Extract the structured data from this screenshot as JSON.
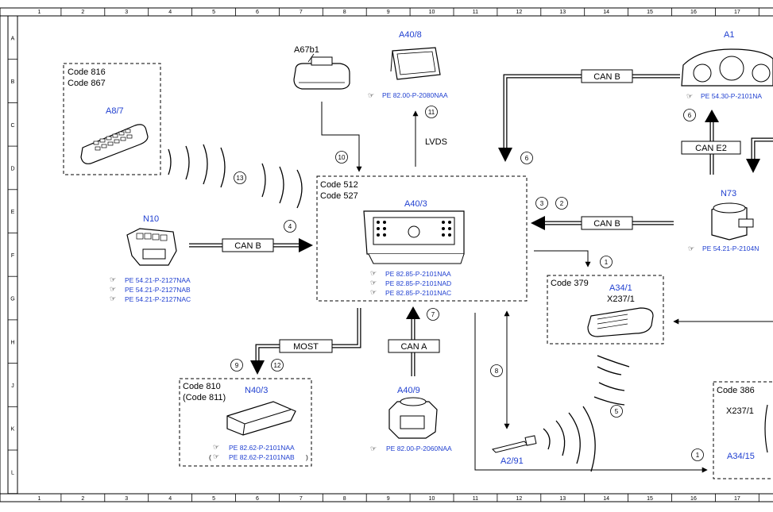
{
  "grid": {
    "columns": [
      "1",
      "2",
      "3",
      "4",
      "5",
      "6",
      "7",
      "8",
      "9",
      "10",
      "11",
      "12",
      "13",
      "14",
      "15",
      "16",
      "17"
    ],
    "rows": [
      "A",
      "B",
      "C",
      "D",
      "E",
      "F",
      "G",
      "H",
      "J",
      "K",
      "L"
    ]
  },
  "components": {
    "a67b1": {
      "label": "A67b1"
    },
    "a40_8": {
      "label": "A40/8",
      "ref": "PE 82.00-P-2080NAA"
    },
    "a1": {
      "label": "A1",
      "ref": "PE 54.30-P-2101NA"
    },
    "a8_7": {
      "codes": [
        "Code 816",
        "Code 867"
      ],
      "label": "A8/7"
    },
    "a40_3": {
      "codes": [
        "Code 512",
        "Code 527"
      ],
      "label": "A40/3",
      "refs": [
        "PE 82.85-P-2101NAA",
        "PE 82.85-P-2101NAD",
        "PE 82.85-P-2101NAC"
      ]
    },
    "n10": {
      "label": "N10",
      "refs": [
        "PE 54.21-P-2127NAA",
        "PE 54.21-P-2127NAB",
        "PE 54.21-P-2127NAC"
      ]
    },
    "n73": {
      "label": "N73",
      "ref": "PE 54.21-P-2104N"
    },
    "a34_1": {
      "code": "Code 379",
      "label": "A34/1",
      "sublabel": "X237/1"
    },
    "n40_3": {
      "codes": [
        "Code 810",
        "(Code 811)"
      ],
      "label": "N40/3",
      "refs": [
        "PE 82.62-P-2101NAA",
        "PE 82.62-P-2101NAB"
      ]
    },
    "a40_9": {
      "label": "A40/9",
      "ref": "PE 82.00-P-2060NAA"
    },
    "a2_91": {
      "label": "A2/91"
    },
    "a34_15": {
      "code": "Code 386",
      "sublabel": "X237/1",
      "label": "A34/15"
    }
  },
  "connections": {
    "can_b_top": "CAN B",
    "can_e2": "CAN E2",
    "can_b_right": "CAN B",
    "can_b_left": "CAN B",
    "lvds": "LVDS",
    "most": "MOST",
    "can_a": "CAN A"
  },
  "callouts": [
    "1",
    "2",
    "3",
    "4",
    "5",
    "6",
    "7",
    "8",
    "9",
    "10",
    "11",
    "12",
    "13"
  ],
  "colors": {
    "component_label": "#1f3fd0",
    "line": "#000000"
  }
}
